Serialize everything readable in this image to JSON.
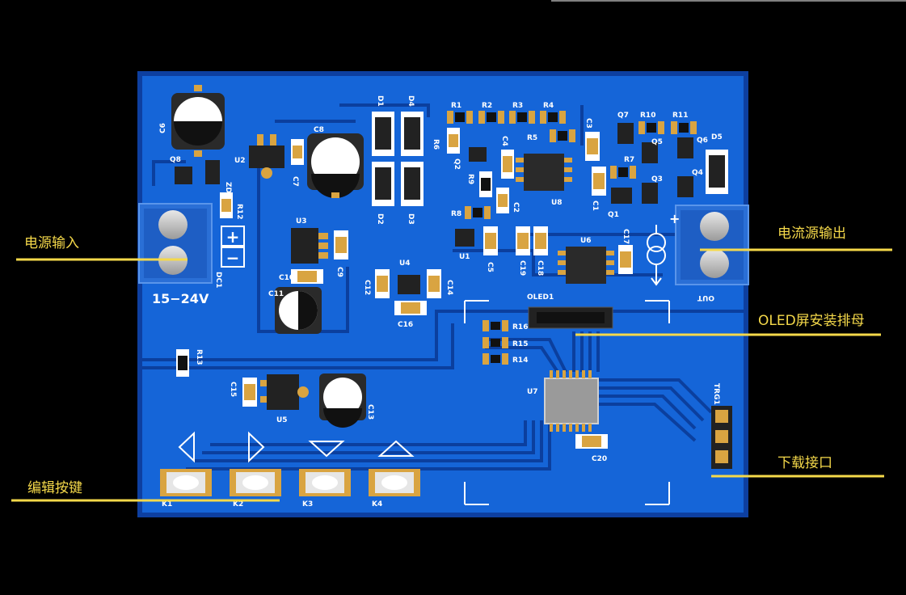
{
  "board": {
    "voltage_label": "15−24V",
    "connector_in": "DC1",
    "connector_out": "OUT",
    "polarity_plus": "+",
    "polarity_minus": "−",
    "oled_header": "OLED1",
    "download_header": "TRG1",
    "mcu": "U7",
    "designators": {
      "C6": "C6",
      "Q8": "Q8",
      "ZD1": "ZD1",
      "R12": "R12",
      "U2": "U2",
      "C7": "C7",
      "C8": "C8",
      "D1": "D1",
      "D4": "D4",
      "D2": "D2",
      "D3": "D3",
      "R1": "R1",
      "R2": "R2",
      "R3": "R3",
      "R4": "R4",
      "R5": "R5",
      "R6": "R6",
      "Q2": "Q2",
      "C4": "C4",
      "R9": "R9",
      "C2": "C2",
      "U8": "U8",
      "C3": "C3",
      "Q7": "Q7",
      "R10": "R10",
      "R11": "R11",
      "Q5": "Q5",
      "Q6": "Q6",
      "D5": "D5",
      "R7": "R7",
      "Q4": "Q4",
      "C1": "C1",
      "Q3": "Q3",
      "Q1": "Q1",
      "R8": "R8",
      "U1": "U1",
      "C5": "C5",
      "C19": "C19",
      "C18": "C18",
      "U6": "U6",
      "C17": "C17",
      "U3": "U3",
      "C9": "C9",
      "C10": "C10",
      "C11": "C11",
      "U4": "U4",
      "C12": "C12",
      "C14": "C14",
      "C16": "C16",
      "R16": "R16",
      "R15": "R15",
      "R14": "R14",
      "R13": "R13",
      "C15": "C15",
      "U5": "U5",
      "C13": "C13",
      "C20": "C20",
      "K1": "K1",
      "K2": "K2",
      "K3": "K3",
      "K4": "K4"
    }
  },
  "callouts": {
    "power_input": "电源输入",
    "current_output": "电流源输出",
    "oled_socket": "OLED屏安装排母",
    "download_port": "下载接口",
    "edit_keys": "编辑按键"
  },
  "colors": {
    "pcb": "#1565d8",
    "pcb_edge": "#0d3fa0",
    "trace": "#0b3f9e",
    "pad": "#d9a441",
    "callout": "#f5d94a",
    "silkscreen": "#ffffff"
  },
  "icons": {
    "left_key": "triangle-left-icon",
    "right_key": "triangle-right-icon",
    "down_key": "triangle-down-icon",
    "up_key": "triangle-up-icon",
    "current_source": "current-source-icon"
  }
}
